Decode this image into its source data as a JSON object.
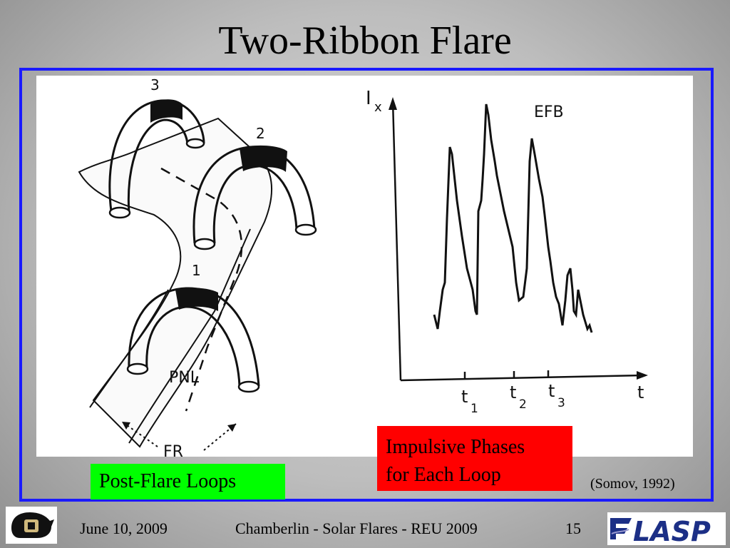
{
  "slide": {
    "title": "Two-Ribbon Flare",
    "labels": {
      "post_flare": "Post-Flare Loops",
      "impulsive_line1": "Impulsive Phases",
      "impulsive_line2": "for Each Loop",
      "citation": "(Somov, 1992)"
    },
    "footer": {
      "date": "June 10, 2009",
      "center": "Chamberlin - Solar Flares - REU 2009",
      "page": "15"
    }
  },
  "figure": {
    "loop_labels": [
      "1",
      "2",
      "3"
    ],
    "pnl_label": "PNL",
    "fr_label": "FR",
    "y_axis_label": "I",
    "y_axis_sub": "x",
    "efb_label": "EFB",
    "x_axis_label": "t",
    "ticks": [
      {
        "label": "t",
        "sub": "1"
      },
      {
        "label": "t",
        "sub": "2"
      },
      {
        "label": "t",
        "sub": "3"
      }
    ]
  },
  "logos": {
    "cu_icon": "cu-buffalo-logo-icon",
    "lasp_icon": "lasp-logo-icon",
    "lasp_text": "LASP"
  },
  "colors": {
    "frame": "#1a1aff",
    "green_box": "#00ff00",
    "red_box": "#ff0000",
    "cu_gold": "#cfb87c"
  }
}
